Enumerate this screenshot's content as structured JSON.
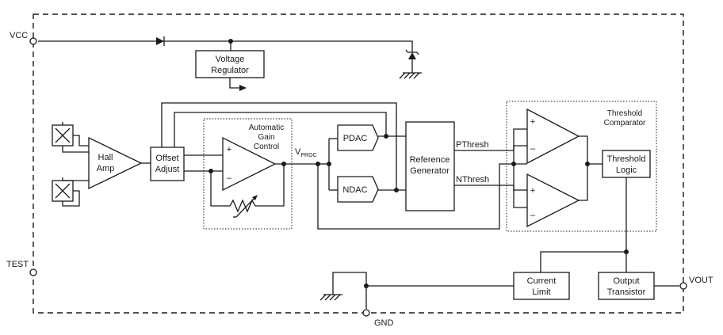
{
  "pins": {
    "vcc": "VCC",
    "test": "TEST",
    "gnd": "GND",
    "vout": "VOUT"
  },
  "blocks": {
    "voltage_regulator": [
      "Voltage",
      "Regulator"
    ],
    "hall_amp": [
      "Hall",
      "Amp"
    ],
    "offset_adjust": [
      "Offset",
      "Adjust"
    ],
    "agc": [
      "Automatic",
      "Gain",
      "Control"
    ],
    "vproc": {
      "main": "V",
      "sub": "PROC"
    },
    "pdac": "PDAC",
    "ndac": "NDAC",
    "reference_generator": [
      "Reference",
      "Generator"
    ],
    "pthresh": "PThresh",
    "nthresh": "NThresh",
    "threshold_comparator": [
      "Threshold",
      "Comparator"
    ],
    "threshold_logic": [
      "Threshold",
      "Logic"
    ],
    "current_limit": [
      "Current",
      "Limit"
    ],
    "output_transistor": [
      "Output",
      "Transistor"
    ]
  },
  "symbols": {
    "plus": "+",
    "minus": "–"
  }
}
